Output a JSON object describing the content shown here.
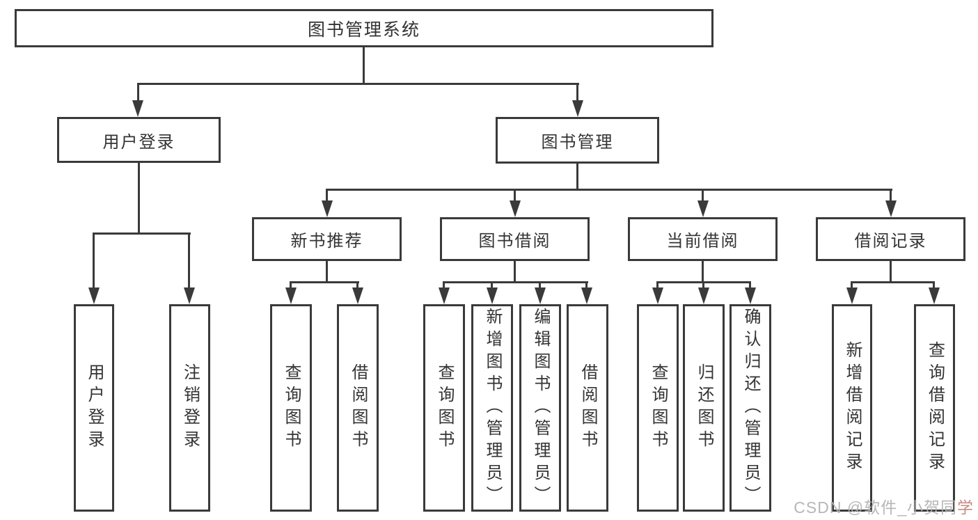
{
  "diagram": {
    "tree": {
      "root": {
        "label": "图书管理系统",
        "children": [
          {
            "label": "用户登录",
            "children": [
              {
                "label": "用户登录"
              },
              {
                "label": "注销登录"
              }
            ]
          },
          {
            "label": "图书管理",
            "children": [
              {
                "label": "新书推荐",
                "children": [
                  {
                    "label": "查询图书"
                  },
                  {
                    "label": "借阅图书"
                  }
                ]
              },
              {
                "label": "图书借阅",
                "children": [
                  {
                    "label": "查询图书"
                  },
                  {
                    "label": "新增图书（管理员）"
                  },
                  {
                    "label": "编辑图书（管理员）"
                  },
                  {
                    "label": "借阅图书"
                  }
                ]
              },
              {
                "label": "当前借阅",
                "children": [
                  {
                    "label": "查询图书"
                  },
                  {
                    "label": "归还图书"
                  },
                  {
                    "label": "确认归还（管理员）"
                  }
                ]
              },
              {
                "label": "借阅记录",
                "children": [
                  {
                    "label": "新增借阅记录"
                  },
                  {
                    "label": "查询借阅记录"
                  }
                ]
              }
            ]
          }
        ]
      }
    },
    "colors": {
      "line": "#3a3a3a",
      "text": "#333333",
      "background": "#ffffff"
    }
  },
  "watermark": {
    "text": "CSDN @软件_小贺同学",
    "text_main": "CSDN @软件_小贺同",
    "text_accent": "学",
    "color": "#b1b1b1",
    "accent_color": "#c98c84"
  }
}
